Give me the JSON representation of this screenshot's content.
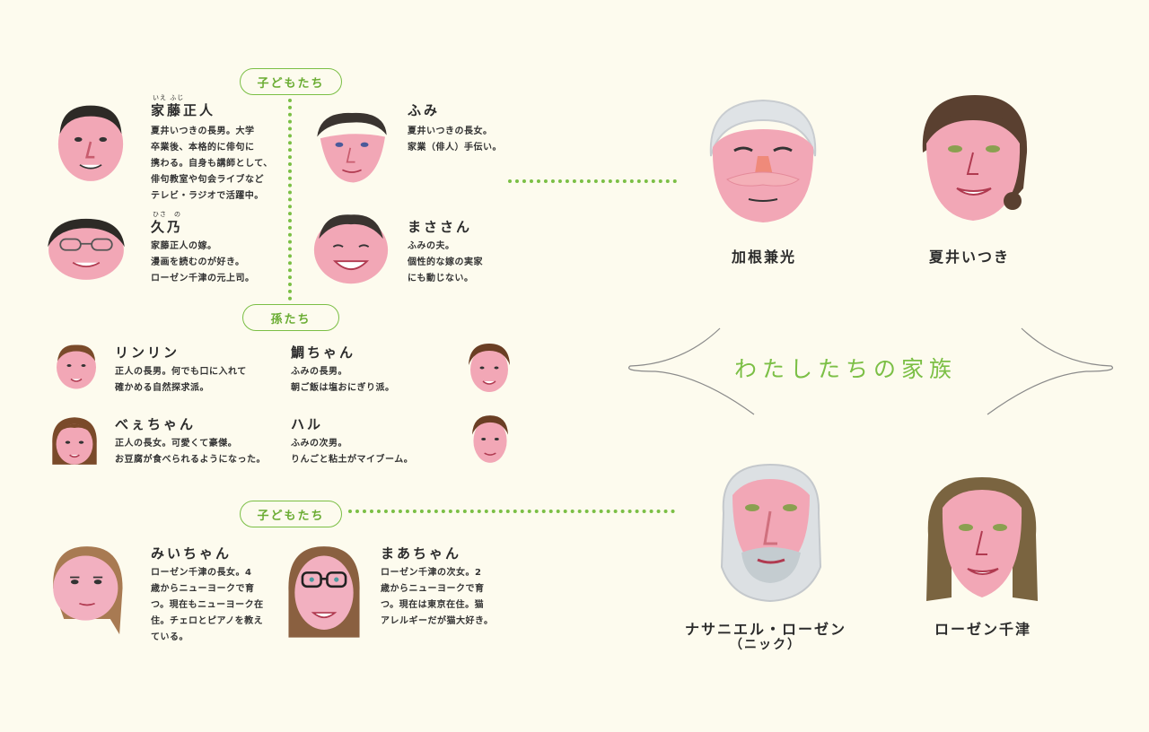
{
  "title": "わたしたちの家族",
  "labels": {
    "children_top": "子どもたち",
    "grandchildren": "孫たち",
    "children_bottom": "子どもたち"
  },
  "people": {
    "masato": {
      "name": "家藤正人",
      "ruby_family": "いえ ふじ",
      "desc": "夏井いつきの長男。大学\n卒業後、本格的に俳句に\n携わる。自身も講師として、\n俳句教室や句会ライブなど\nテレビ・ラジオで活躍中。"
    },
    "hisano": {
      "name": "久乃",
      "ruby": "ひさ　の",
      "desc": "家藤正人の嫁。\n漫画を読むのが好き。\nローゼン千津の元上司。"
    },
    "fumi": {
      "name": "ふみ",
      "desc": "夏井いつきの長女。\n家業（俳人）手伝い。"
    },
    "masasan": {
      "name": "まささん",
      "desc": "ふみの夫。\n個性的な嫁の実家\nにも動じない。"
    },
    "rinrin": {
      "name": "リンリン",
      "desc": "正人の長男。何でも口に入れて\n確かめる自然探求派。"
    },
    "tai": {
      "name": "鯛ちゃん",
      "desc": "ふみの長男。\n朝ご飯は塩おにぎり派。"
    },
    "bee": {
      "name": "べぇちゃん",
      "desc": "正人の長女。可愛くて豪傑。\nお豆腐が食べられるようになった。"
    },
    "haru": {
      "name": "ハル",
      "desc": "ふみの次男。\nりんごと粘土がマイブーム。"
    },
    "mii": {
      "name": "みいちゃん",
      "desc": "ローゼン千津の長女。4\n歳からニューヨークで育\nつ。現在もニューヨーク在\n住。チェロとピアノを教え\nている。"
    },
    "maa": {
      "name": "まあちゃん",
      "desc": "ローゼン千津の次女。2\n歳からニューヨークで育\nつ。現在は東京在住。猫\nアレルギーだが猫大好き。"
    },
    "kane": {
      "name": "加根兼光"
    },
    "itsuki": {
      "name": "夏井いつき"
    },
    "nathaniel": {
      "name": "ナサニエル・ローゼン",
      "nick": "（ニック）"
    },
    "chizu": {
      "name": "ローゼン千津"
    }
  },
  "colors": {
    "accent": "#7bbf45",
    "skin": "#f2a5b5",
    "background": "#fdfbee"
  }
}
